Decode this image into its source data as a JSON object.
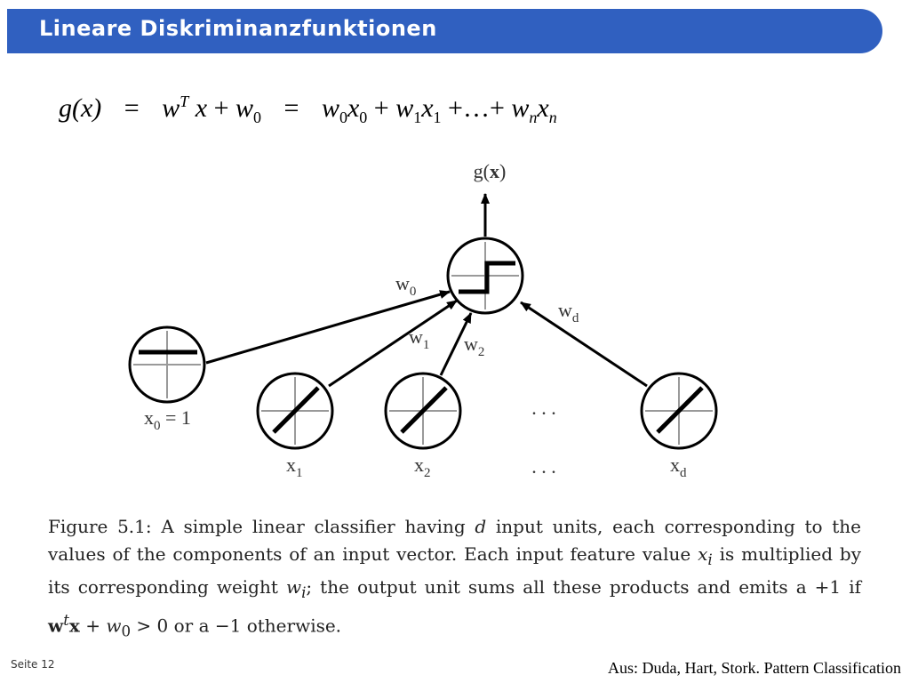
{
  "slide": {
    "title": "Lineare Diskriminanzfunktionen",
    "page_label": "Seite 12",
    "source": "Aus: Duda, Hart, Stork. Pattern Classification"
  },
  "formula": {
    "lhs": "g(x)",
    "mid_w": "w",
    "mid_sup": "T",
    "mid_x": "x",
    "mid_plus": "+",
    "mid_w0": "w",
    "mid_w0_sub": "0",
    "rhs_terms": [
      {
        "w": "w",
        "sub": "0",
        "x": "x"
      },
      {
        "w": "w",
        "sub": "1",
        "x": "x"
      },
      {
        "w": "w",
        "sub": "n",
        "x": "x"
      }
    ],
    "ellipsis": "…"
  },
  "diagram": {
    "output_label": "g(x)",
    "weights": {
      "w0": {
        "base": "w",
        "sub": "0"
      },
      "w1": {
        "base": "w",
        "sub": "1"
      },
      "w2": {
        "base": "w",
        "sub": "2"
      },
      "wd": {
        "base": "w",
        "sub": "d"
      }
    },
    "inputs": {
      "x0": {
        "base": "x",
        "sub": "0",
        "suffix": " = 1"
      },
      "x1": {
        "base": "x",
        "sub": "1"
      },
      "x2": {
        "base": "x",
        "sub": "2"
      },
      "xd": {
        "base": "x",
        "sub": "d"
      }
    },
    "dots": ". . ."
  },
  "caption": {
    "part1": "Figure 5.1: A simple linear classifier having ",
    "d": "d",
    "part2": " input units, each corresponding to the values of the components of an input vector. Each input feature value ",
    "xi_base": "x",
    "xi_sub": "i",
    "part3": " is multiplied by its corresponding weight ",
    "wi_base": "w",
    "wi_sub": "i",
    "part4": "; the output unit sums all these products and emits a +1 if ",
    "wt_base": "w",
    "wt_sup": "t",
    "x_bold": "x",
    "part5": " + ",
    "w0_base": "w",
    "w0_sub": "0",
    "part6": " > 0 or a −1 otherwise."
  },
  "colors": {
    "title_bar": "#3060c0",
    "title_text": "#ffffff",
    "axis_gray": "#9a9a9a"
  }
}
